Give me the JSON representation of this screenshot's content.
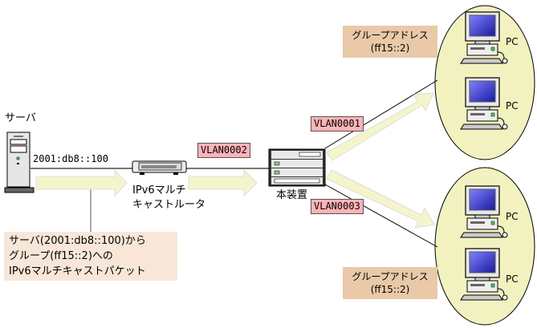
{
  "server": {
    "label": "サーバ",
    "address": "2001:db8::100"
  },
  "router": {
    "label_line1": "IPv6マルチ",
    "label_line2": "キャストルータ"
  },
  "device": {
    "label": "本装置"
  },
  "vlans": {
    "vlan1": "VLAN0001",
    "vlan2": "VLAN0002",
    "vlan3": "VLAN0003"
  },
  "group_top": {
    "line1": "グループアドレス",
    "line2": "(ff15::2)"
  },
  "group_bottom": {
    "line1": "グループアドレス",
    "line2": "(ff15::2)"
  },
  "note": {
    "line1": "サーバ(2001:db8::100)から",
    "line2": "グループ(ff15::2)への",
    "line3": "IPv6マルチキャストパケット"
  },
  "pcs": {
    "pc1": "PC",
    "pc2": "PC",
    "pc3": "PC",
    "pc4": "PC"
  },
  "colors": {
    "arrow": "#f5f5cc",
    "ellipse": "#f2f2c0",
    "vlan_bg": "#ffb3b7",
    "group_bg": "#e9c9a7",
    "note_bg": "#f8e7d9"
  }
}
